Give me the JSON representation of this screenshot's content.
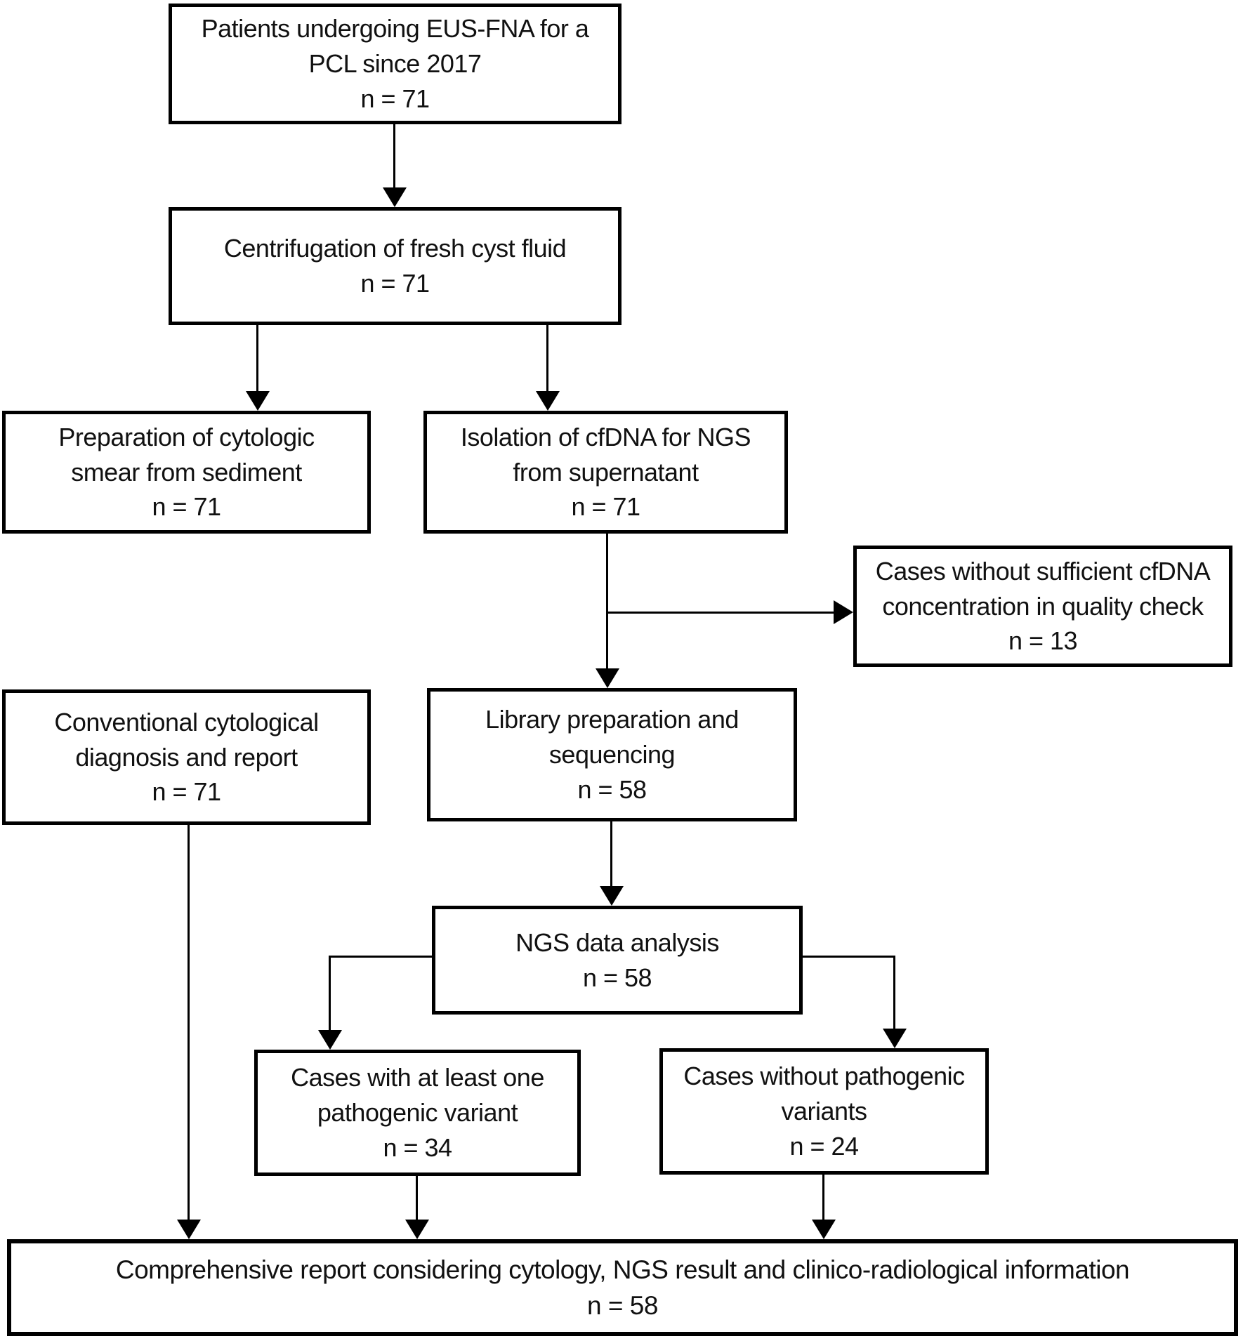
{
  "figure": {
    "type": "flowchart",
    "background_color": "#ffffff",
    "line_color": "#000000",
    "text_color": "#111111"
  },
  "nodes": {
    "patients": {
      "lines": [
        "Patients undergoing EUS-FNA for a",
        "PCL since 2017",
        "n = 71"
      ]
    },
    "centrifugation": {
      "lines": [
        "Centrifugation of fresh cyst fluid",
        "n = 71"
      ]
    },
    "smear": {
      "lines": [
        "Preparation of cytologic",
        "smear from sediment",
        "n = 71"
      ]
    },
    "isolation": {
      "lines": [
        "Isolation of cfDNA for NGS",
        "from supernatant",
        "n = 71"
      ]
    },
    "insufficient": {
      "lines": [
        "Cases without sufficient cfDNA",
        "concentration in quality check",
        "n = 13"
      ]
    },
    "cytology_report": {
      "lines": [
        "Conventional cytological",
        "diagnosis and report",
        "n = 71"
      ]
    },
    "library": {
      "lines": [
        "Library preparation and",
        "sequencing",
        "n = 58"
      ]
    },
    "ngs": {
      "lines": [
        "NGS data analysis",
        "n = 58"
      ]
    },
    "with_variant": {
      "lines": [
        "Cases with at least one",
        "pathogenic variant",
        "n = 34"
      ]
    },
    "without_variant": {
      "lines": [
        "Cases without pathogenic",
        "variants",
        "n = 24"
      ]
    },
    "report": {
      "lines": [
        "Comprehensive report considering cytology, NGS result and clinico-radiological information",
        "n = 58"
      ]
    }
  }
}
